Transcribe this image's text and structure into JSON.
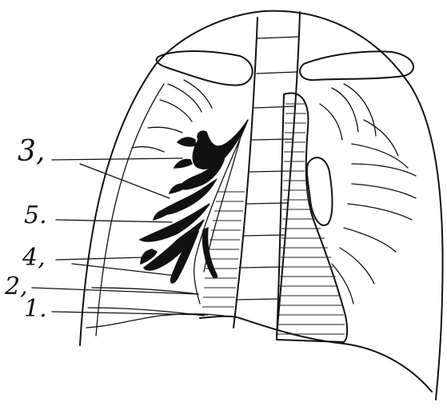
{
  "diagram": {
    "labels": [
      {
        "id": "3",
        "text": "3,"
      },
      {
        "id": "5",
        "text": "5."
      },
      {
        "id": "4",
        "text": "4,"
      },
      {
        "id": "2",
        "text": "2,"
      },
      {
        "id": "1",
        "text": "1."
      }
    ],
    "ink_color": "#111111",
    "background_color": "#ffffff"
  }
}
